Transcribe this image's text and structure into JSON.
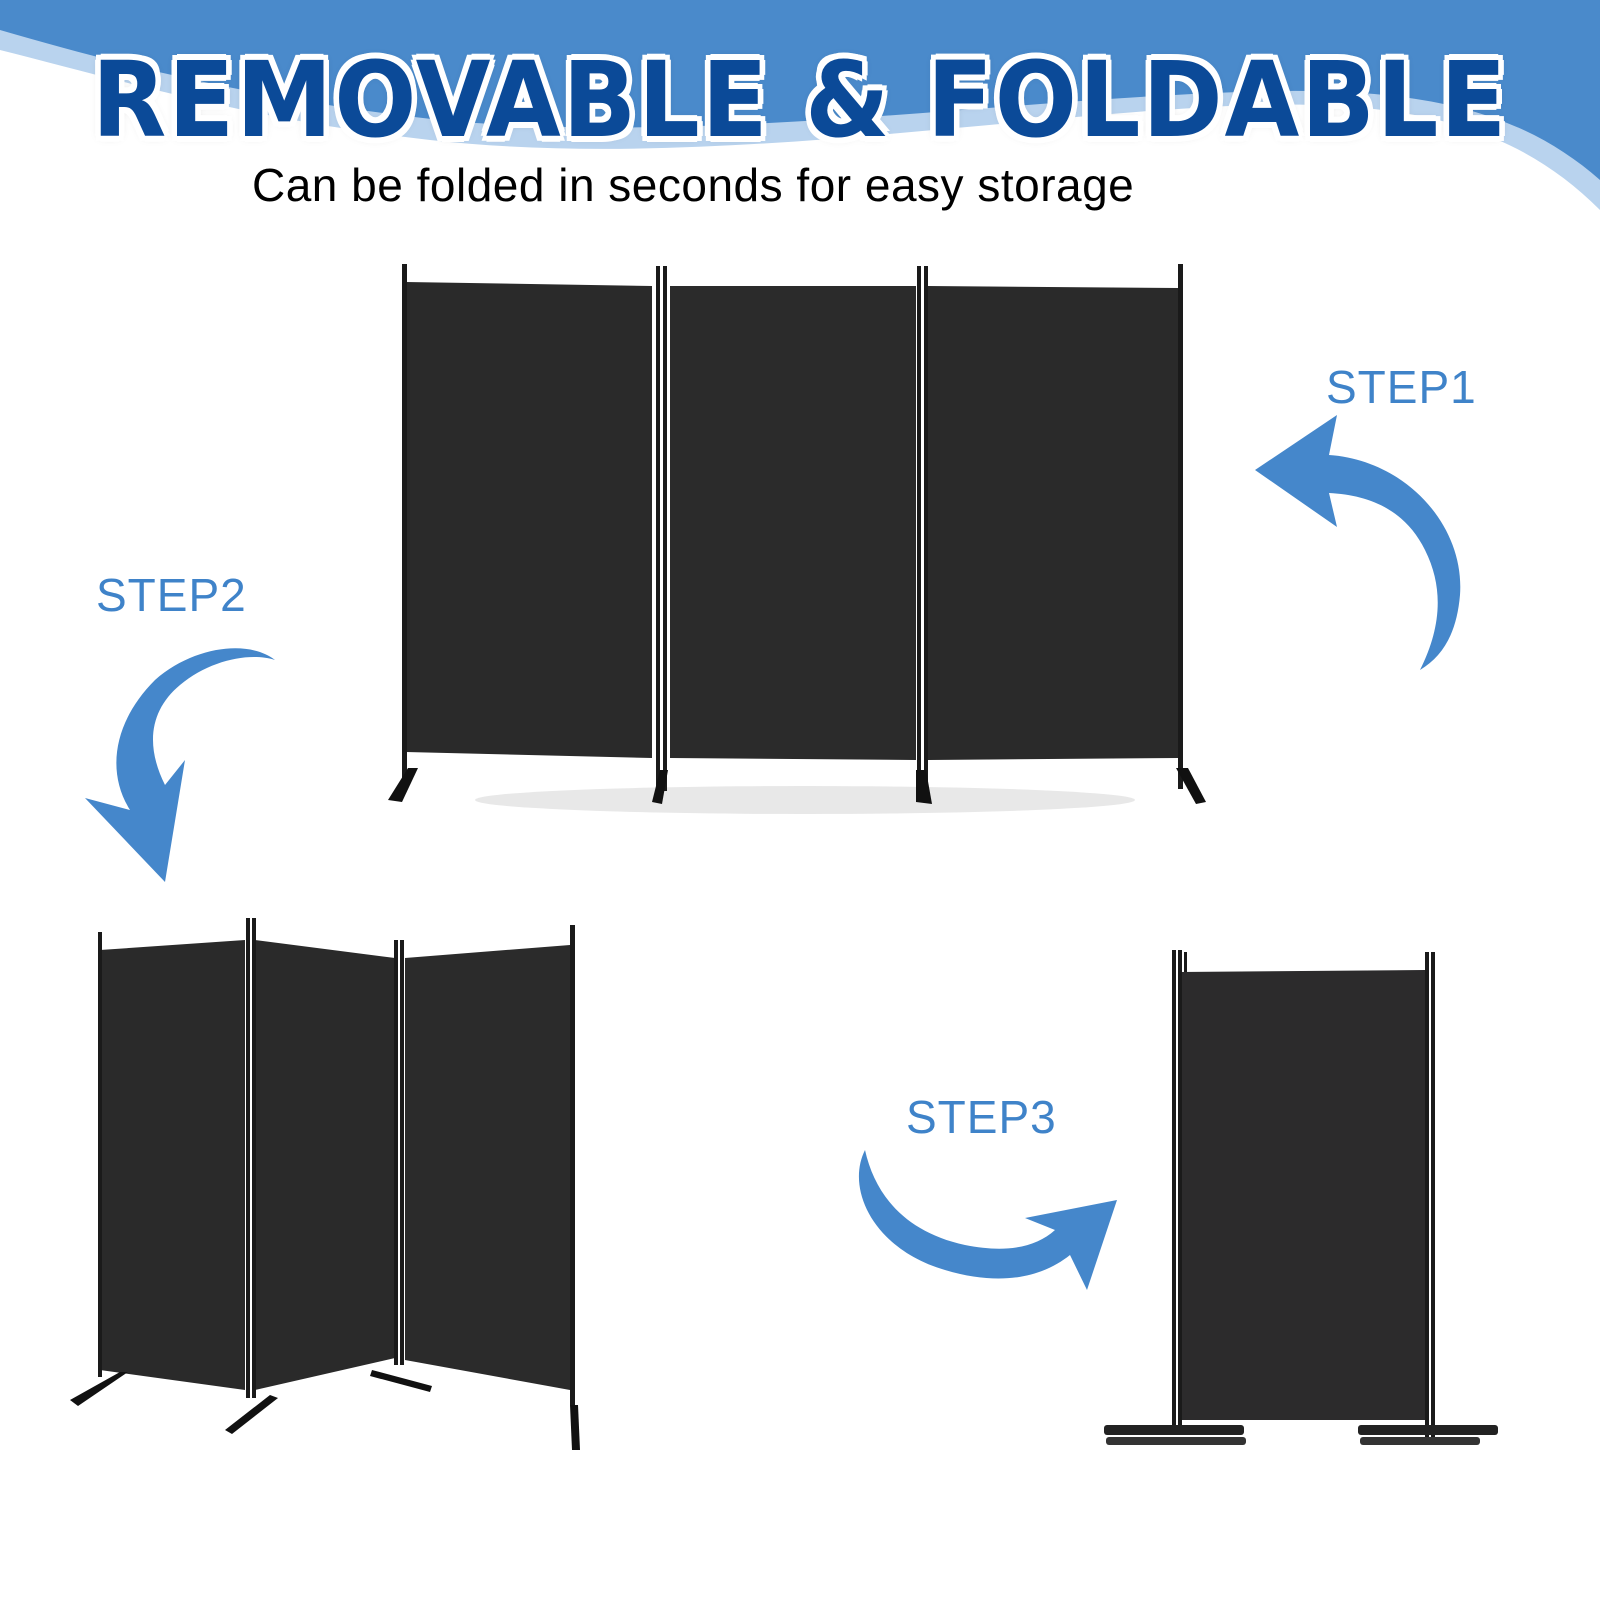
{
  "header": {
    "title": "REMOVABLE & FOLDABLE",
    "subtitle": "Can be folded in seconds for easy storage"
  },
  "steps": [
    {
      "label": "STEP1",
      "arrow": "curved-arrow-left-icon"
    },
    {
      "label": "STEP2",
      "arrow": "curved-arrow-down-icon"
    },
    {
      "label": "STEP3",
      "arrow": "curved-arrow-right-icon"
    }
  ],
  "images": [
    {
      "name": "divider-unfolded-3-panel",
      "description": "3-panel room divider fully extended"
    },
    {
      "name": "divider-partially-folded",
      "description": "3-panel room divider partially folded"
    },
    {
      "name": "divider-fully-folded",
      "description": "3-panel room divider folded flat"
    }
  ],
  "colors": {
    "banner_blue": "#4a8acb",
    "banner_light": "#b9d3ee",
    "title_blue": "#0b4a98",
    "step_blue": "#3f83c9",
    "arrow_blue": "#4587cb",
    "panel_fabric": "#2a2a2a",
    "frame": "#1a1a1a"
  }
}
